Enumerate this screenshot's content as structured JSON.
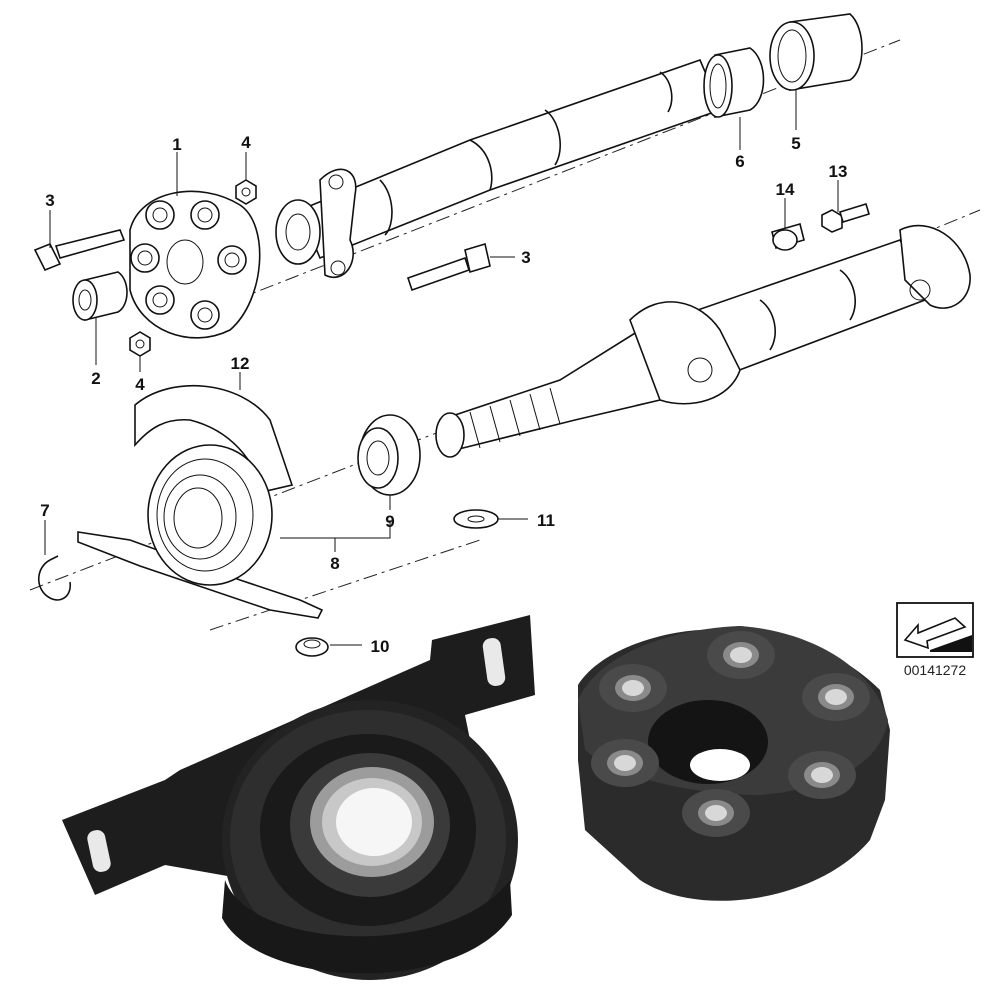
{
  "diagram": {
    "callouts": [
      "1",
      "2",
      "3",
      "3",
      "4",
      "4",
      "5",
      "6",
      "7",
      "8",
      "9",
      "10",
      "11",
      "12",
      "13",
      "14"
    ],
    "reference_code": "00141272",
    "icons": [
      "flex-disc-part",
      "center-bearing-part",
      "reference-arrow-icon"
    ]
  }
}
